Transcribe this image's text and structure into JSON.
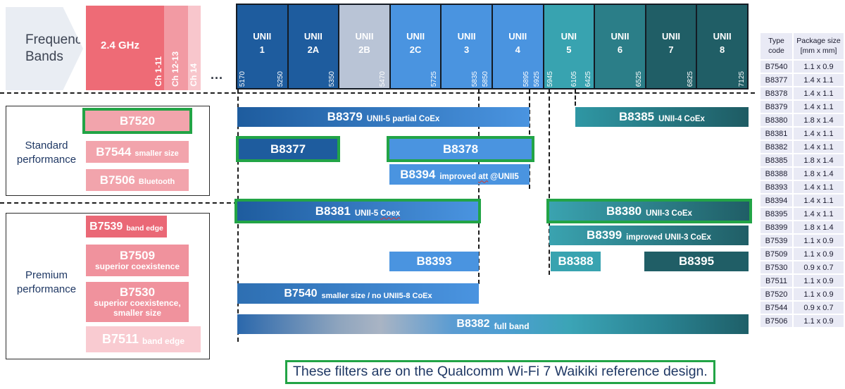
{
  "colors": {
    "highlight_green": "#22A446",
    "navy_text": "#1F3864",
    "dark_blue": "#1E5C9E",
    "mid_blue": "#4A94E0",
    "gray_blue": "#B9C4D6",
    "teal": "#38A3B0",
    "mid_teal": "#2B7E88",
    "dark_teal": "#205E66",
    "coral_red": "#EE6B76"
  },
  "frequency_bands_label": "Frequency Bands",
  "ellipsis": "...",
  "band_24ghz": {
    "label": "2.4 GHz",
    "ch_1_11": "Ch 1-11",
    "ch_12_13": "Ch 12-13",
    "ch_14": "Ch 14"
  },
  "unii_blocks": [
    {
      "line1": "UNII",
      "line2": "1"
    },
    {
      "line1": "UNII",
      "line2": "2A"
    },
    {
      "line1": "UNII",
      "line2": "2B"
    },
    {
      "line1": "UNII",
      "line2": "2C"
    },
    {
      "line1": "UNII",
      "line2": "3"
    },
    {
      "line1": "UNII",
      "line2": "4"
    },
    {
      "line1": "UNI",
      "line2": "5"
    },
    {
      "line1": "UNII",
      "line2": "6"
    },
    {
      "line1": "UNII",
      "line2": "7"
    },
    {
      "line1": "UNII",
      "line2": "8"
    }
  ],
  "freq_labels": [
    "5170",
    "5250",
    "5350",
    "5470",
    "5725",
    "5835",
    "5850",
    "5895",
    "5925",
    "5945",
    "6105",
    "6425",
    "6525",
    "6825",
    "7125"
  ],
  "groups": {
    "standard": {
      "label": "Standard performance"
    },
    "premium": {
      "label": "Premium performance"
    }
  },
  "pink_bars": {
    "b7520": {
      "name": "B7520"
    },
    "b7544": {
      "name": "B7544",
      "desc": "smaller size"
    },
    "b7506": {
      "name": "B7506",
      "desc": "Bluetooth"
    },
    "b7539": {
      "name": "B7539",
      "desc": "band edge"
    },
    "b7509": {
      "name": "B7509",
      "desc": "superior coexistence"
    },
    "b7530": {
      "name": "B7530",
      "desc1": "superior coexistence,",
      "desc2": "smaller size"
    },
    "b7511": {
      "name": "B7511",
      "desc": "band edge"
    }
  },
  "filter_bars": {
    "b8379": {
      "name": "B8379",
      "desc": "UNII-5 partial CoEx"
    },
    "b8385": {
      "name": "B8385",
      "desc": "UNII-4 CoEx"
    },
    "b8377": {
      "name": "B8377"
    },
    "b8378": {
      "name": "B8378"
    },
    "b8394": {
      "name": "B8394",
      "desc_pre": "improved",
      "desc_mid": "att",
      "desc_post": "@UNII5"
    },
    "b8381": {
      "name": "B8381",
      "desc_pre": "UNII-5",
      "desc_mid": "Coex"
    },
    "b8380": {
      "name": "B8380",
      "desc": "UNII-3 CoEx"
    },
    "b8399": {
      "name": "B8399",
      "desc": "improved UNII-3 CoEx"
    },
    "b8393": {
      "name": "B8393"
    },
    "b8388": {
      "name": "B8388"
    },
    "b8395": {
      "name": "B8395"
    },
    "b7540": {
      "name": "B7540",
      "desc": "smaller size / no UNII5-8 CoEx"
    },
    "b8382": {
      "name": "B8382",
      "desc": "full band"
    }
  },
  "package_table": {
    "header_col1": "Type code",
    "header_col2": "Package size [mm x mm]",
    "rows": [
      [
        "B7540",
        "1.1 x 0.9"
      ],
      [
        "B8377",
        "1.4 x 1.1"
      ],
      [
        "B8378",
        "1.4 x 1.1"
      ],
      [
        "B8379",
        "1.4 x 1.1"
      ],
      [
        "B8380",
        "1.8 x 1.4"
      ],
      [
        "B8381",
        "1.4 x 1.1"
      ],
      [
        "B8382",
        "1.4 x 1.1"
      ],
      [
        "B8385",
        "1.8 x 1.4"
      ],
      [
        "B8388",
        "1.8 x 1.4"
      ],
      [
        "B8393",
        "1.4 x 1.1"
      ],
      [
        "B8394",
        "1.4 x 1.1"
      ],
      [
        "B8395",
        "1.4 x 1.1"
      ],
      [
        "B8399",
        "1.8 x 1.4"
      ],
      [
        "B7539",
        "1.1 x 0.9"
      ],
      [
        "B7509",
        "1.1 x 0.9"
      ],
      [
        "B7530",
        "0.9 x 0.7"
      ],
      [
        "B7511",
        "1.1 x 0.9"
      ],
      [
        "B7520",
        "1.1 x 0.9"
      ],
      [
        "B7544",
        "0.9 x 0.7"
      ],
      [
        "B7506",
        "1.1 x 0.9"
      ]
    ]
  },
  "caption": "These filters are on the Qualcomm Wi-Fi 7 Waikiki reference design."
}
